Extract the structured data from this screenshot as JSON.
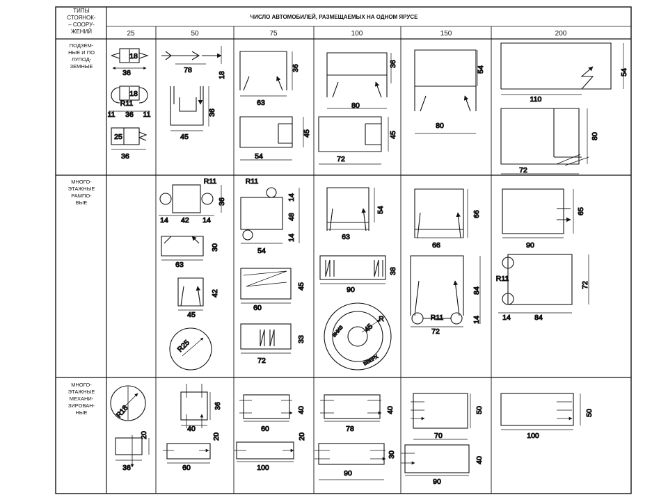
{
  "table": {
    "corner_label": [
      "ТИПЫ",
      "СТОЯНОК-",
      "– СООРУ-",
      "ЖЕНИЙ"
    ],
    "title": "ЧИСЛО АВТОМОБИЛЕЙ, РАЗМЕЩАЕМЫХ   НА ОДНОМ ЯРУСЕ",
    "columns": [
      "25",
      "50",
      "75",
      "100",
      "150",
      "200"
    ],
    "rows": [
      {
        "label": [
          "ПОДЗЕМ-",
          "НЫЕ И ПО",
          "ЛУПОД-",
          "ЗЕМНЫЕ"
        ]
      },
      {
        "label": [
          "МНОГО-",
          "ЭТАЖНЫЕ",
          "РАМПО-",
          "ВЫЕ"
        ]
      },
      {
        "label": [
          "МНОГО-",
          "ЭТАЖНЫЕ",
          "МЕХАНИ-",
          "ЗИРОВАН-",
          "НЫЕ"
        ]
      }
    ]
  },
  "dims": {
    "d36": "36",
    "d18": "18",
    "d78": "78",
    "d63": "63",
    "d80": "80",
    "d54": "54",
    "d110": "110",
    "d11": "11",
    "d45": "45",
    "d72": "72",
    "d25": "25",
    "r11": "R11",
    "d42": "42",
    "d14": "14",
    "d48": "48",
    "d66": "66",
    "d30": "30",
    "d65": "65",
    "d90": "90",
    "d38": "38",
    "d84": "84",
    "r25": "R25",
    "d33": "33",
    "r": "R",
    "d60": "60",
    "d70": "70",
    "d100": "100",
    "d50": "50",
    "d40": "40",
    "d20": "20",
    "r18": "R18",
    "up": "ВВЕРХ",
    "down": "ВНИЗ"
  }
}
